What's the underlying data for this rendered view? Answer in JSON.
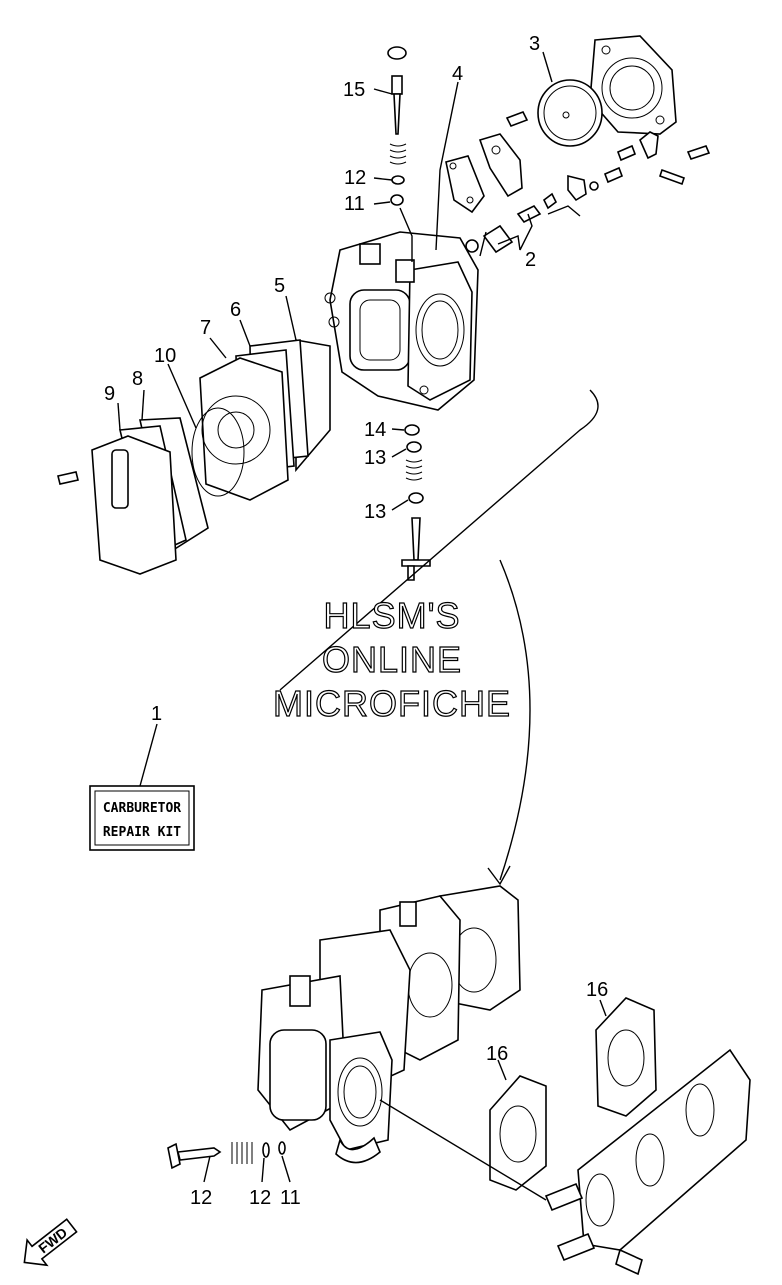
{
  "callouts": {
    "c1": "1",
    "c2": "2",
    "c3": "3",
    "c4": "4",
    "c5": "5",
    "c6": "6",
    "c7": "7",
    "c8": "8",
    "c9": "9",
    "c10": "10",
    "c11_top": "11",
    "c12_top": "12",
    "c13_a": "13",
    "c13_b": "13",
    "c14": "14",
    "c15": "15",
    "c16_a": "16",
    "c16_b": "16",
    "c12_bot_a": "12",
    "c12_bot_b": "12",
    "c11_bot": "11"
  },
  "watermark": {
    "line1": "HLSM'S",
    "line2": "ONLINE",
    "line3": "MICROFICHE"
  },
  "kit": {
    "line1": "CARBURETOR",
    "line2": "REPAIR  KIT"
  },
  "fwd": "FWD"
}
